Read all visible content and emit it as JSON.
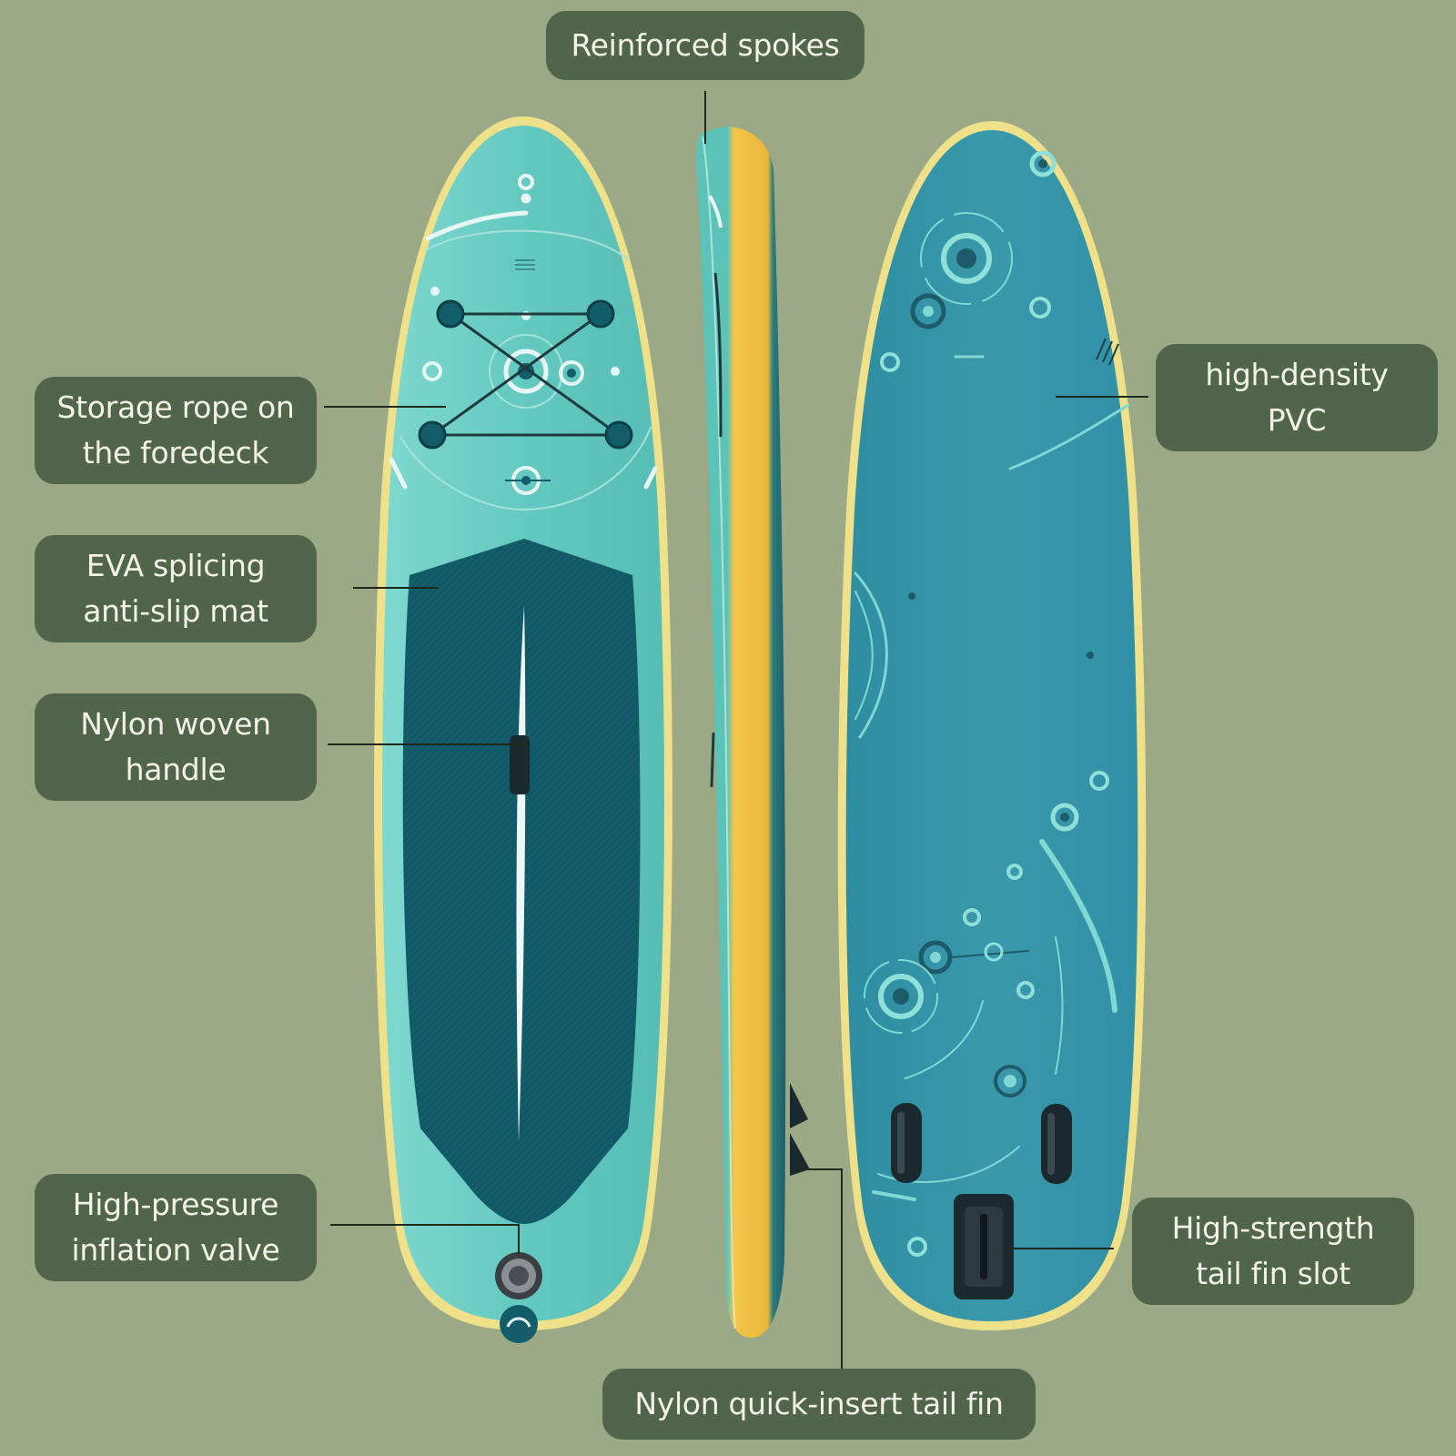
{
  "colors": {
    "background": "#9ba986",
    "callout_fill": "#506549",
    "callout_text": "#f3f2e8",
    "deck_teal": "#5fc6bf",
    "deck_pad": "#135c6a",
    "rail_yellow": "#efc64a",
    "bottom_blue": "#3a94a8",
    "leader_line": "#1e2a1c"
  },
  "callouts": {
    "reinforced_spokes": {
      "line1": "Reinforced spokes"
    },
    "storage_rope": {
      "line1": "Storage rope on",
      "line2": "the foredeck"
    },
    "eva_mat": {
      "line1": "EVA splicing",
      "line2": "anti-slip mat"
    },
    "nylon_handle": {
      "line1": "Nylon woven",
      "line2": "handle"
    },
    "inflation_valve": {
      "line1": "High-pressure",
      "line2": "inflation valve"
    },
    "pvc": {
      "line1": "high-density",
      "line2": "PVC"
    },
    "fin_slot": {
      "line1": "High-strength",
      "line2": "tail fin slot"
    },
    "tail_fin": {
      "line1": "Nylon quick-insert tail fin"
    }
  }
}
